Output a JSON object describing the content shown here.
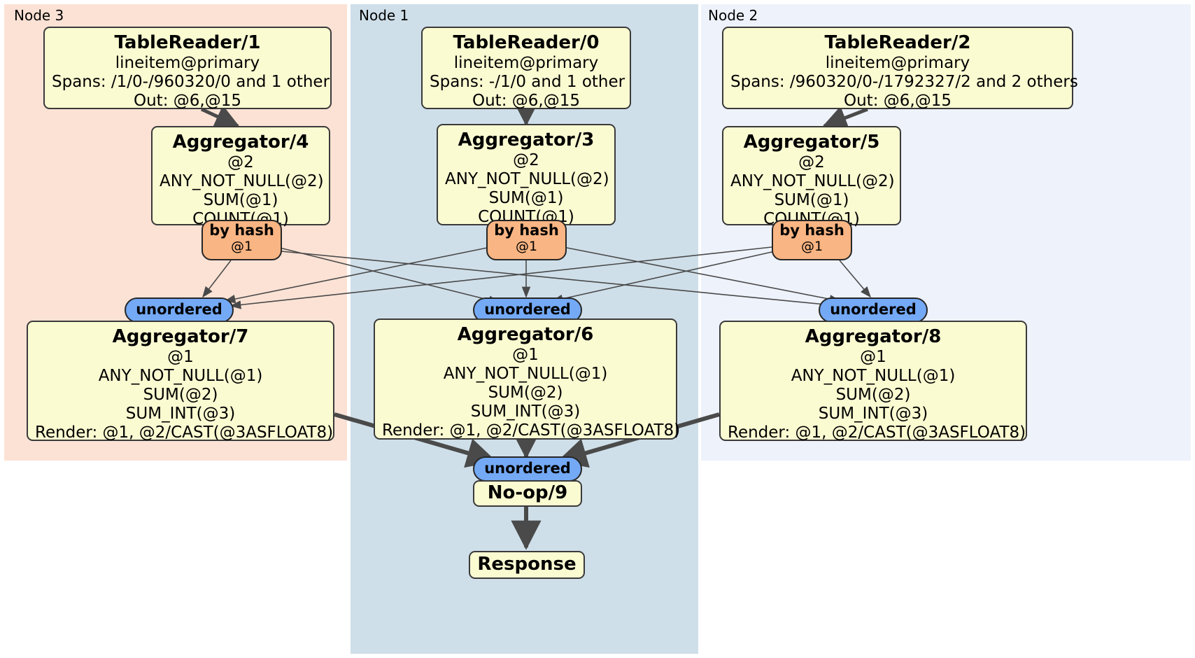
{
  "diagram": {
    "title": "Distributed query plan",
    "colors": {
      "node3_panel": "#fbe2d5",
      "node1_panel": "#cfdfe9",
      "node2_panel": "#eef2fb",
      "processor_fill": "#fbfbd2",
      "processor_stroke": "#3a3a3a",
      "hash_router_fill": "#f9b583",
      "unordered_fill": "#74a9f5",
      "edge_stroke": "#4a4a4a"
    }
  },
  "panels": [
    {
      "label": "Node 3"
    },
    {
      "label": "Node 1"
    },
    {
      "label": "Node 2"
    }
  ],
  "processors": {
    "table_reader_1": {
      "title": "TableReader/1",
      "rows": [
        "lineitem@primary",
        "Spans: /1/0-/960320/0 and 1 other",
        "Out: @6,@15"
      ]
    },
    "table_reader_0": {
      "title": "TableReader/0",
      "rows": [
        "lineitem@primary",
        "Spans: -/1/0 and 1 other",
        "Out: @6,@15"
      ]
    },
    "table_reader_2": {
      "title": "TableReader/2",
      "rows": [
        "lineitem@primary",
        "Spans: /960320/0-/1792327/2 and 2 others",
        "Out: @6,@15"
      ]
    },
    "aggregator_4": {
      "title": "Aggregator/4",
      "rows": [
        "@2",
        "ANY_NOT_NULL(@2)",
        "SUM(@1)",
        "COUNT(@1)"
      ]
    },
    "aggregator_3": {
      "title": "Aggregator/3",
      "rows": [
        "@2",
        "ANY_NOT_NULL(@2)",
        "SUM(@1)",
        "COUNT(@1)"
      ]
    },
    "aggregator_5": {
      "title": "Aggregator/5",
      "rows": [
        "@2",
        "ANY_NOT_NULL(@2)",
        "SUM(@1)",
        "COUNT(@1)"
      ]
    },
    "aggregator_7": {
      "title": "Aggregator/7",
      "rows": [
        "@1",
        "ANY_NOT_NULL(@1)",
        "SUM(@2)",
        "SUM_INT(@3)",
        "Render: @1, @2/CAST(@3ASFLOAT8)"
      ]
    },
    "aggregator_6": {
      "title": "Aggregator/6",
      "rows": [
        "@1",
        "ANY_NOT_NULL(@1)",
        "SUM(@2)",
        "SUM_INT(@3)",
        "Render: @1, @2/CAST(@3ASFLOAT8)"
      ]
    },
    "aggregator_8": {
      "title": "Aggregator/8",
      "rows": [
        "@1",
        "ANY_NOT_NULL(@1)",
        "SUM(@2)",
        "SUM_INT(@3)",
        "Render: @1, @2/CAST(@3ASFLOAT8)"
      ]
    },
    "noop_9": {
      "title": "No-op/9",
      "rows": []
    },
    "response": {
      "title": "Response",
      "rows": []
    }
  },
  "routers": {
    "hash_left": {
      "label": "by hash",
      "column": "@1"
    },
    "hash_center": {
      "label": "by hash",
      "column": "@1"
    },
    "hash_right": {
      "label": "by hash",
      "column": "@1"
    },
    "unordered_left": {
      "label": "unordered"
    },
    "unordered_center": {
      "label": "unordered"
    },
    "unordered_right": {
      "label": "unordered"
    },
    "unordered_final": {
      "label": "unordered"
    }
  }
}
